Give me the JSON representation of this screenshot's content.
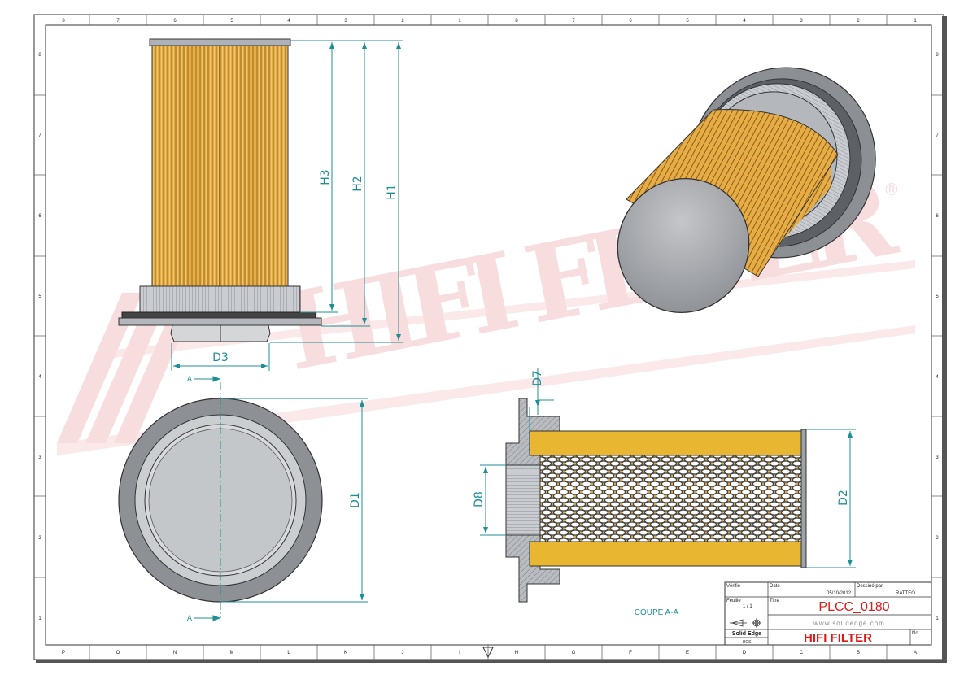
{
  "sheet": {
    "column_labels_top": [
      "8",
      "7",
      "6",
      "5",
      "4",
      "3",
      "2",
      "1",
      "8",
      "7",
      "6",
      "5",
      "4",
      "3",
      "2",
      "1"
    ],
    "column_labels_bottom": [
      "P",
      "O",
      "N",
      "M",
      "L",
      "K",
      "J",
      "I",
      "H",
      "G",
      "F",
      "E",
      "D",
      "C",
      "B",
      "A"
    ],
    "row_labels_right": [
      "8",
      "7",
      "6",
      "5",
      "4",
      "3",
      "2",
      "1"
    ],
    "row_labels_left": [
      "8",
      "7",
      "6",
      "5",
      "4",
      "3",
      "2",
      "1"
    ]
  },
  "dimensions": {
    "h1": "H1",
    "h2": "H2",
    "h3": "H3",
    "d1": "D1",
    "d2": "D2",
    "d3": "D3",
    "d7": "D7",
    "d8": "D8"
  },
  "section": {
    "marker_top": "A",
    "marker_bottom": "A",
    "caption": "COUPE A-A"
  },
  "watermark": {
    "text": "HIFI FILTER",
    "registered": "®"
  },
  "title_block": {
    "verifie_label": "Vérifié",
    "date_label": "Date",
    "dessine_label": "Dessiné par",
    "date_value": "05/10/2012",
    "author_value": "RATTEO",
    "feuille_label": "Feuille",
    "feuille_value": "1 / 1",
    "titre_label": "Titre",
    "part_number": "PLCC_0180",
    "website": "www.solidedge.com",
    "software": "Solid Edge",
    "units": "UGS",
    "company": "HIFI FILTER",
    "no_label": "No."
  },
  "colors": {
    "dimension": "#1f8f96",
    "media": "#e0a73e",
    "section_fill": "#e8b631",
    "metal": "#9ea3a8",
    "watermark": "#f3c2c6",
    "company_text": "#e01a1a"
  }
}
